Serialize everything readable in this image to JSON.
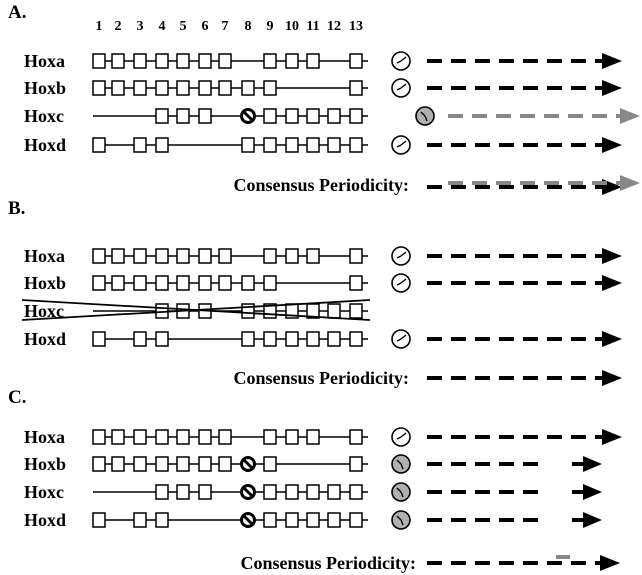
{
  "colors": {
    "ink": "#000000",
    "altered": "#888888",
    "altered_clock_fill": "#b0b0b0"
  },
  "paralog_numbers": [
    "1",
    "2",
    "3",
    "4",
    "5",
    "6",
    "7",
    "8",
    "9",
    "10",
    "11",
    "12",
    "13"
  ],
  "consensus_label": "Consensus Periodicity:",
  "panels": [
    {
      "label": "A.",
      "rows": [
        {
          "gene": "Hoxa",
          "present": [
            1,
            2,
            3,
            4,
            5,
            6,
            7,
            9,
            10,
            11,
            13
          ],
          "blocked": [],
          "clock": "normal",
          "arrow": "normal",
          "crossed": false
        },
        {
          "gene": "Hoxb",
          "present": [
            1,
            2,
            3,
            4,
            5,
            6,
            7,
            8,
            9,
            13
          ],
          "blocked": [],
          "clock": "normal",
          "arrow": "normal",
          "crossed": false
        },
        {
          "gene": "Hoxc",
          "present": [
            4,
            5,
            6,
            9,
            10,
            11,
            12,
            13
          ],
          "blocked": [
            8
          ],
          "clock": "altered",
          "arrow": "altered",
          "crossed": false
        },
        {
          "gene": "Hoxd",
          "present": [
            1,
            3,
            4,
            8,
            9,
            10,
            11,
            12,
            13
          ],
          "blocked": [],
          "clock": "normal",
          "arrow": "normal",
          "crossed": false
        }
      ],
      "consensus": "mixed"
    },
    {
      "label": "B.",
      "rows": [
        {
          "gene": "Hoxa",
          "present": [
            1,
            2,
            3,
            4,
            5,
            6,
            7,
            9,
            10,
            11,
            13
          ],
          "blocked": [],
          "clock": "normal",
          "arrow": "normal",
          "crossed": false
        },
        {
          "gene": "Hoxb",
          "present": [
            1,
            2,
            3,
            4,
            5,
            6,
            7,
            8,
            9,
            13
          ],
          "blocked": [],
          "clock": "normal",
          "arrow": "normal",
          "crossed": false
        },
        {
          "gene": "Hoxc",
          "present": [
            4,
            5,
            6,
            8,
            9,
            10,
            11,
            12,
            13
          ],
          "blocked": [],
          "clock": "none",
          "arrow": "none",
          "crossed": true
        },
        {
          "gene": "Hoxd",
          "present": [
            1,
            3,
            4,
            8,
            9,
            10,
            11,
            12,
            13
          ],
          "blocked": [],
          "clock": "normal",
          "arrow": "normal",
          "crossed": false
        }
      ],
      "consensus": "normal"
    },
    {
      "label": "C.",
      "rows": [
        {
          "gene": "Hoxa",
          "present": [
            1,
            2,
            3,
            4,
            5,
            6,
            7,
            9,
            10,
            11,
            13
          ],
          "blocked": [],
          "clock": "normal",
          "arrow": "normal",
          "crossed": false
        },
        {
          "gene": "Hoxb",
          "present": [
            1,
            2,
            3,
            4,
            5,
            6,
            7,
            9,
            13
          ],
          "blocked": [
            8
          ],
          "clock": "altered",
          "arrow": "short",
          "crossed": false
        },
        {
          "gene": "Hoxc",
          "present": [
            4,
            5,
            6,
            9,
            10,
            11,
            12,
            13
          ],
          "blocked": [
            8
          ],
          "clock": "altered",
          "arrow": "short",
          "crossed": false
        },
        {
          "gene": "Hoxd",
          "present": [
            1,
            3,
            4,
            9,
            10,
            11,
            12,
            13
          ],
          "blocked": [
            8
          ],
          "clock": "altered",
          "arrow": "short",
          "crossed": false
        }
      ],
      "consensus": "mostly-short"
    }
  ]
}
